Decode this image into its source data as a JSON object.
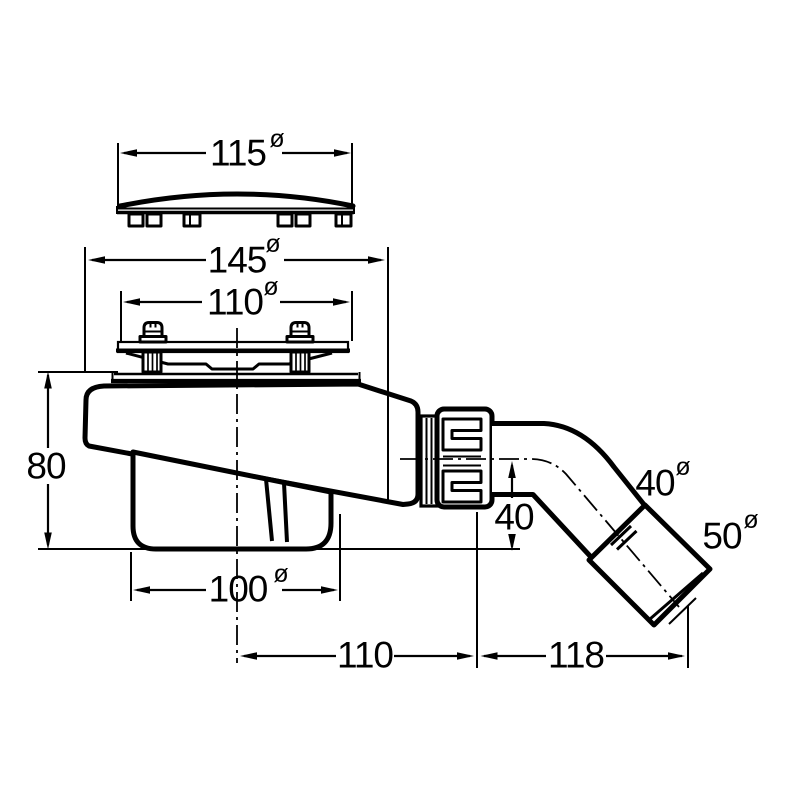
{
  "drawing": {
    "type": "technical-drawing",
    "subject": "shower tray drain trap with cover, side elevation with dimensions",
    "background": "#ffffff",
    "ink": "#000000",
    "diameter_symbol": "ø",
    "dimensions": {
      "cover_diameter": "115",
      "body_flange_diameter": "145",
      "mounting_plate_diameter": "110",
      "trap_height": "80",
      "cup_diameter": "100",
      "outlet_horizontal_offset": "110",
      "outlet_projection": "118",
      "outlet_centre_height": "40",
      "outlet_pipe_diameter": "40",
      "outlet_socket_diameter": "50"
    }
  }
}
